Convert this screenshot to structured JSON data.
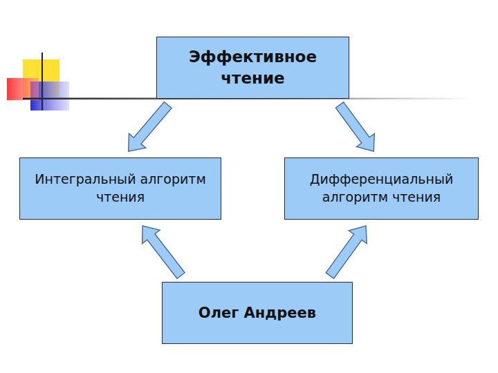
{
  "diagram": {
    "nodes": [
      {
        "text": [
          "Эффективное чтение"
        ]
      },
      {
        "text": [
          "Интегральный алгоритм чтения"
        ]
      },
      {
        "text": [
          "Дифференциальный алгоритм чтения"
        ]
      },
      {
        "text": [
          "Олег Андреев"
        ]
      }
    ],
    "edges": [
      {
        "from": 0,
        "to": 1,
        "arrow": "to"
      },
      {
        "from": 0,
        "to": 2,
        "arrow": "to"
      },
      {
        "from": 3,
        "to": 1,
        "arrow": "to"
      },
      {
        "from": 3,
        "to": 2,
        "arrow": "to"
      }
    ]
  }
}
